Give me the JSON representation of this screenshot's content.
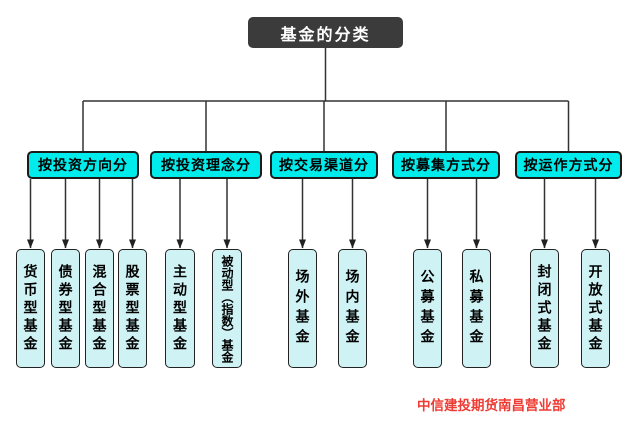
{
  "diagram": {
    "title": "基金的分类",
    "categories": [
      {
        "label": "按投资方向分",
        "children": [
          "货币型基金",
          "债券型基金",
          "混合型基金",
          "股票型基金"
        ]
      },
      {
        "label": "按投资理念分",
        "children": [
          "主动型基金",
          "被动型（指数）基金"
        ]
      },
      {
        "label": "按交易渠道分",
        "children": [
          "场外基金",
          "场内基金"
        ]
      },
      {
        "label": "按募集方式分",
        "children": [
          "公募基金",
          "私募基金"
        ]
      },
      {
        "label": "按运作方式分",
        "children": [
          "封闭式基金",
          "开放式基金"
        ]
      }
    ],
    "footer": "中信建投期货南昌营业部",
    "colors": {
      "title_bg": "#3b3b3b",
      "title_text": "#ffffff",
      "category_fill": "#00ecec",
      "leaf_fill": "#cff3f5",
      "border": "#1b1b1b",
      "line": "#333333",
      "footer_text": "#ee3b33"
    }
  }
}
